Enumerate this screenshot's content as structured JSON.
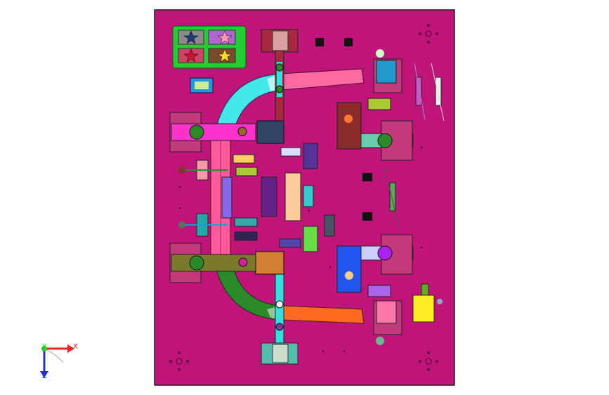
{
  "viewport": {
    "background": "#ffffff",
    "plate_color": "#c0147a",
    "plate_border": "#222222"
  },
  "palette": {
    "green": "#22cc33",
    "cyan": "#33e0e0",
    "pink": "#ff6aa0",
    "magenta": "#ff33cc",
    "olive": "#7a7a2a",
    "orange": "#ff6a22",
    "brown": "#7a1a1a",
    "blue": "#2255ee",
    "yellow": "#ffee22",
    "violet": "#aa22ee",
    "teal": "#22a0a0",
    "darkgreen": "#2a8a2a"
  },
  "triad": {
    "x_label": "X",
    "y_label": "Y",
    "z_label": "Z",
    "x_color": "#ee2222",
    "y_color": "#22cc22",
    "z_color": "#2233cc"
  },
  "icons": {
    "star_icons": [
      "blue-star-icon",
      "pink-star-icon",
      "red-star-icon",
      "yellow-star-icon"
    ]
  }
}
